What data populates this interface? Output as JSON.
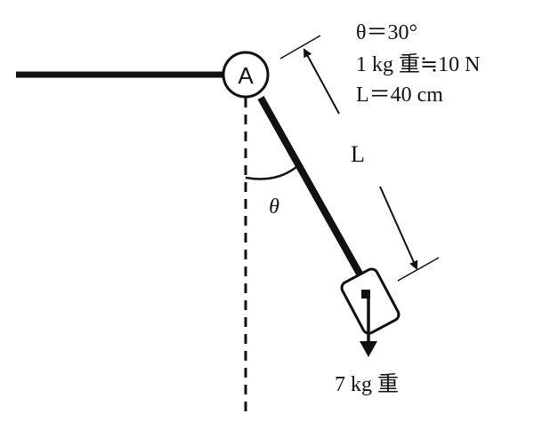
{
  "pivot": {
    "label": "A"
  },
  "angle_symbol": "θ",
  "length_symbol": "L",
  "given": {
    "line1": "θ＝30°",
    "line2": "1 kg 重≒10 N",
    "line3": "L＝40 cm"
  },
  "weight_label": "7 kg 重"
}
